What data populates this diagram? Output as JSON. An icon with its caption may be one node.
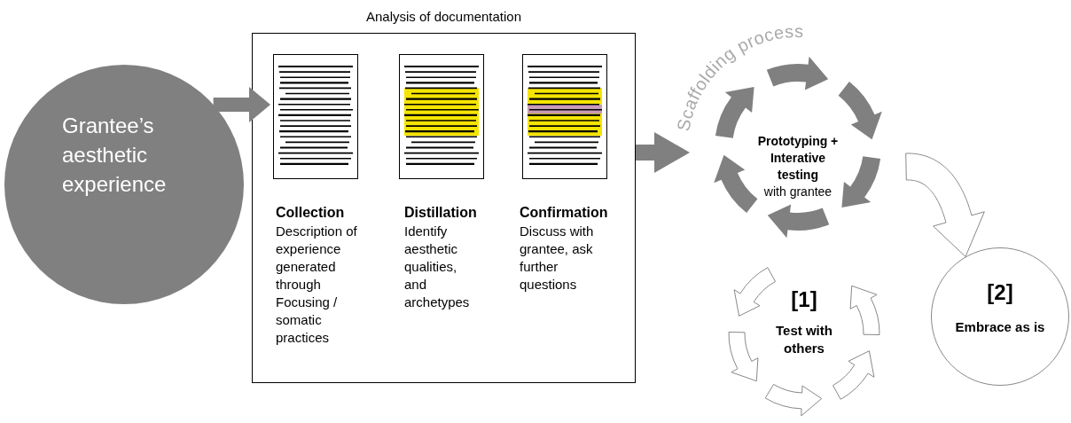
{
  "diagram": {
    "nodes": [
      {
        "text": [
          "Grantee’s aesthetic experience"
        ]
      },
      {
        "text": [
          "Analysis of documentation"
        ]
      },
      {
        "text": [
          "Collection",
          "Description of experience generated through Focusing / somatic practices"
        ],
        "in": 1
      },
      {
        "text": [
          "Distillation",
          "Identify aesthetic qualities, and archetypes"
        ],
        "in": 1
      },
      {
        "text": [
          "Confirmation",
          "Discuss with grantee, ask further questions"
        ],
        "in": 1
      },
      {
        "text": [
          "Prototyping + Interative testing",
          "with grantee"
        ]
      },
      {
        "text": [
          "[1]",
          "Test with others"
        ]
      },
      {
        "text": [
          "[2]",
          "Embrace as is"
        ]
      }
    ],
    "edges": [
      {
        "from": 0,
        "to": 2,
        "arrow": "to"
      },
      {
        "from": 1,
        "to": 5,
        "arrow": "to"
      },
      {
        "from": 5,
        "to": 7,
        "arrow": "to"
      }
    ],
    "labels": [
      "Scaffolding process"
    ]
  }
}
